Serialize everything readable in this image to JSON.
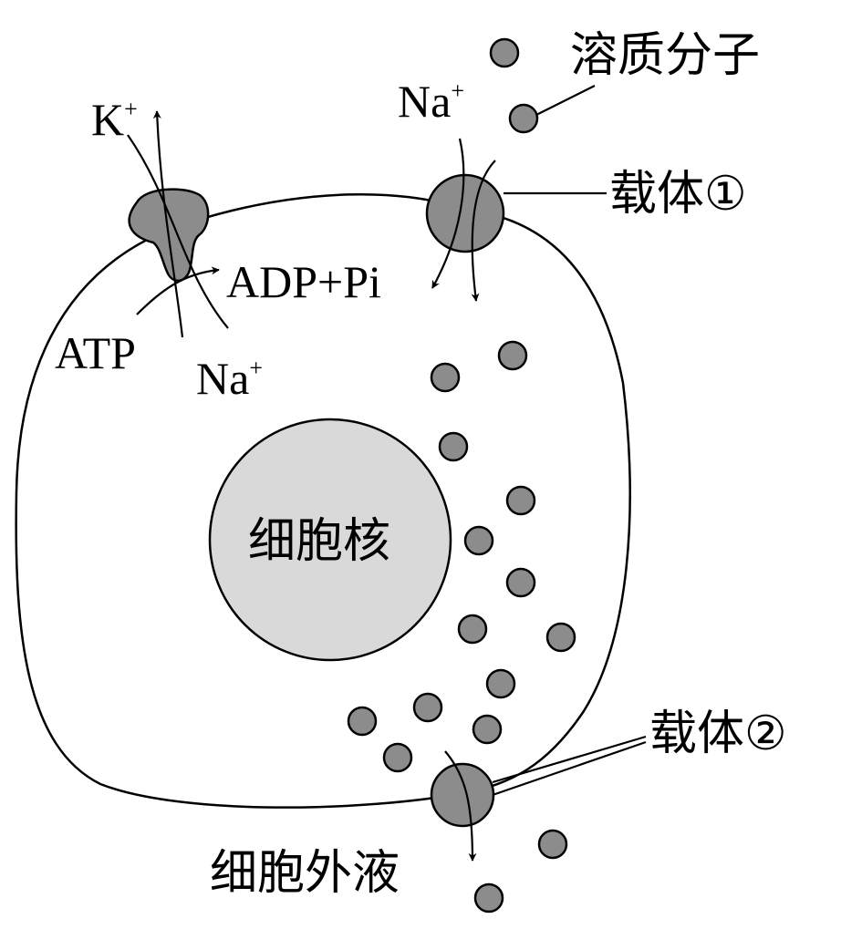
{
  "labels": {
    "solute": "溶质分子",
    "na_top": "Na",
    "k_ion": "K",
    "charge": "+",
    "carrier1": "载体①",
    "adp_pi": "ADP+Pi",
    "atp": "ATP",
    "na_bottom": "Na",
    "nucleus": "细胞核",
    "carrier2": "载体②",
    "extracellular": "细胞外液"
  },
  "colors": {
    "stroke": "#000000",
    "carrier": "#8c8c8c",
    "solute": "#8c8c8c",
    "nucleus": "#d9d9d9",
    "background": "#ffffff"
  }
}
